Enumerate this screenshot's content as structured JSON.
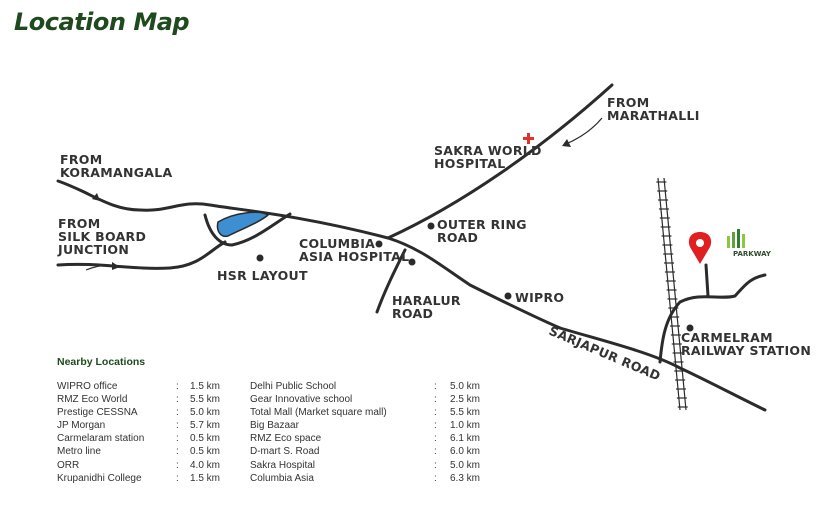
{
  "title": "Location Map",
  "labels": {
    "from_koramangala": [
      "FROM",
      "KORAMANGALA"
    ],
    "from_silk_board": [
      "FROM",
      "SILK BOARD",
      "JUNCTION"
    ],
    "from_marathalli": [
      "FROM",
      "MARATHALLI"
    ],
    "sakra_hospital": [
      "SAKRA WORLD",
      "HOSPITAL"
    ],
    "outer_ring_road": [
      "OUTER RING",
      "ROAD"
    ],
    "columbia_asia": [
      "COLUMBIA",
      "ASIA HOSPITAL"
    ],
    "hsr_layout": "HSR LAYOUT",
    "haralur_road": [
      "HARALUR",
      "ROAD"
    ],
    "wipro": "WIPRO",
    "sarjapur_road": "SARJAPUR ROAD",
    "carmelram": [
      "CARMELRAM",
      "RAILWAY STATION"
    ]
  },
  "logo": {
    "text": "PARKWAY"
  },
  "nearby": {
    "title": "Nearby Locations",
    "left": [
      {
        "name": "WIPRO office",
        "distance": "1.5 km"
      },
      {
        "name": "RMZ Eco World",
        "distance": "5.5 km"
      },
      {
        "name": "Prestige CESSNA",
        "distance": "5.0 km"
      },
      {
        "name": "JP Morgan",
        "distance": "5.7 km"
      },
      {
        "name": "Carmelaram station",
        "distance": "0.5 km"
      },
      {
        "name": "Metro line",
        "distance": "0.5 km"
      },
      {
        "name": "ORR",
        "distance": "4.0 km"
      },
      {
        "name": "Krupanidhi College",
        "distance": "1.5 km"
      }
    ],
    "right": [
      {
        "name": "Delhi Public School",
        "distance": "5.0 km"
      },
      {
        "name": "Gear Innovative school",
        "distance": "2.5 km"
      },
      {
        "name": "Total Mall (Market square mall)",
        "distance": "5.5 km"
      },
      {
        "name": "Big Bazaar",
        "distance": "1.0 km"
      },
      {
        "name": "RMZ Eco space",
        "distance": "6.1 km"
      },
      {
        "name": "D-mart S. Road",
        "distance": "6.0 km"
      },
      {
        "name": "Sakra Hospital",
        "distance": "5.0 km"
      },
      {
        "name": "Columbia Asia",
        "distance": "6.3 km"
      }
    ],
    "separator": ":"
  },
  "colors": {
    "road": "#2b2b2b",
    "lake": "#3d8fd1",
    "marker": "#e02020",
    "title": "#1e4a1e",
    "cross": "#e53030"
  }
}
